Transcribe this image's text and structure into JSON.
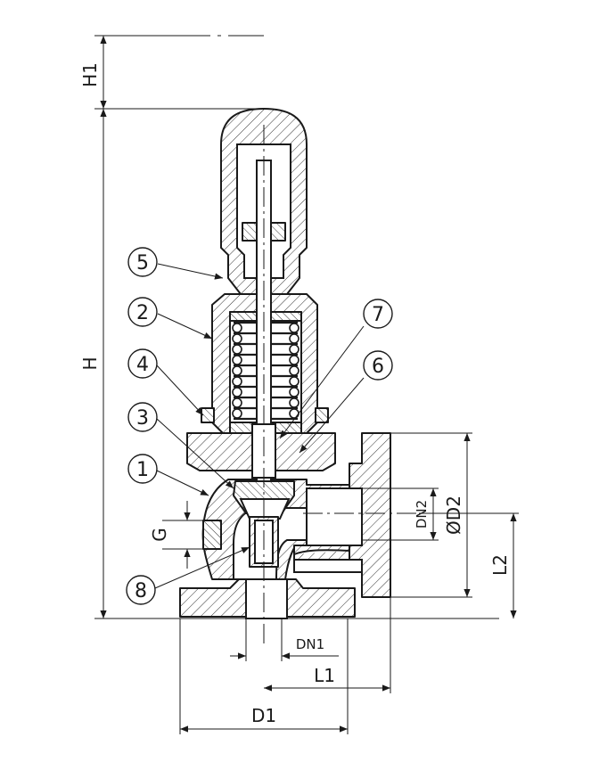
{
  "drawing": {
    "dimensions": {
      "h1": "H1",
      "h": "H",
      "g": "G",
      "dn1": "DN1",
      "dn2": "DN2",
      "l1": "L1",
      "l2": "L2",
      "d1": "D1",
      "d2": "ØD2"
    },
    "callouts": [
      {
        "id": "callout-5",
        "label": "5"
      },
      {
        "id": "callout-2",
        "label": "2"
      },
      {
        "id": "callout-4",
        "label": "4"
      },
      {
        "id": "callout-3",
        "label": "3"
      },
      {
        "id": "callout-1",
        "label": "1"
      },
      {
        "id": "callout-8",
        "label": "8"
      },
      {
        "id": "callout-7",
        "label": "7"
      },
      {
        "id": "callout-6",
        "label": "6"
      }
    ]
  }
}
